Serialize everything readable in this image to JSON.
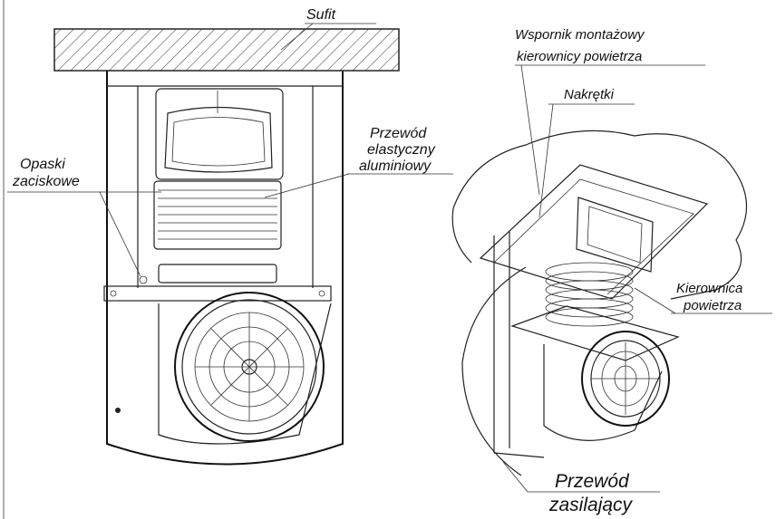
{
  "labels": {
    "ceiling": "Sufit",
    "bracket_line1": "Wspornik montażowy",
    "bracket_line2": "kierownicy powietrza",
    "nuts": "Nakrętki",
    "duct_line1": "Przewód",
    "duct_line2": "elastyczny",
    "duct_line3": "aluminiowy",
    "clamps_line1": "Opaski",
    "clamps_line2": "zaciskowe",
    "diverter_line1": "Kierownica",
    "diverter_line2": "powietrza",
    "cable_line1": "Przewód",
    "cable_line2": "zasilający"
  },
  "colors": {
    "line": "#222222",
    "background": "#ffffff"
  }
}
